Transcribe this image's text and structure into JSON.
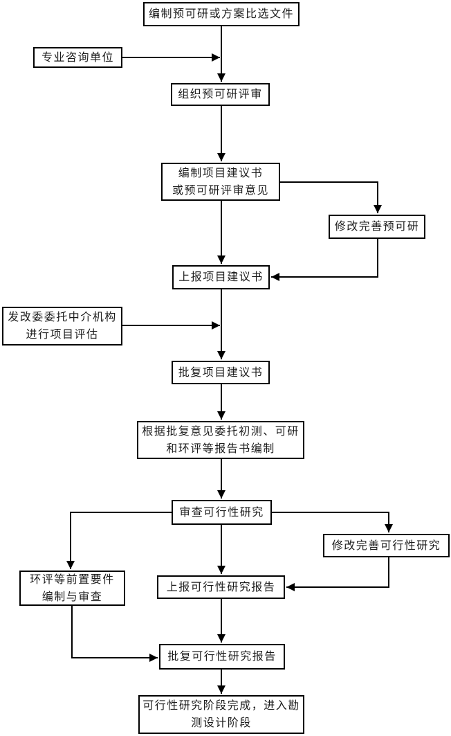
{
  "flowchart": {
    "nodes": {
      "prepare_prefeasibility": "编制预可研或方案比选文件",
      "consulting_unit": "专业咨询单位",
      "organize_review": "组织预可研评审",
      "draft_proposal": "编制项目建议书\n或预可研评审意见",
      "revise_prefeasibility": "修改完善预可研",
      "submit_proposal": "上报项目建议书",
      "ndrc_entrust_evaluation": "发改委委托中介机构\n进行项目评估",
      "approve_proposal": "批复项目建议书",
      "entrust_reports": "根据批复意见委托初测、可研\n和环评等报告书编制",
      "review_feasibility": "审查可行性研究",
      "revise_feasibility": "修改完善可行性研究",
      "eia_prerequisites": "环评等前置要件\n编制与审查",
      "submit_feasibility_report": "上报可行性研究报告",
      "approve_feasibility_report": "批复可行性研究报告",
      "complete_stage": "可行性研究阶段完成，进入勘\n测设计阶段"
    },
    "colors": {
      "line": "#000000",
      "box_border": "#000000",
      "text": "#1c1c1c",
      "background": "#ffffff"
    }
  }
}
